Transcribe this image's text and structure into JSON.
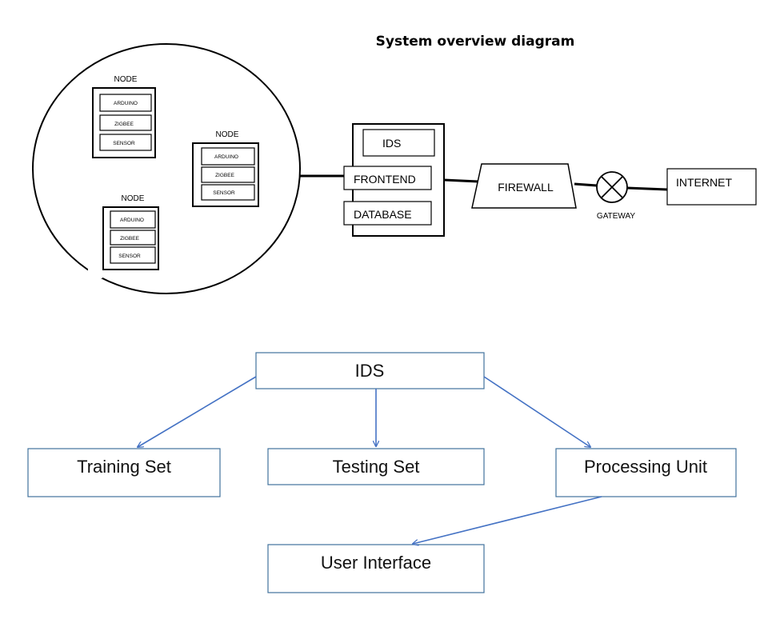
{
  "title": "System overview diagram",
  "network": {
    "nodes": [
      {
        "label": "NODE",
        "parts": [
          "ARDUINO",
          "ZIGBEE",
          "SENSOR"
        ]
      },
      {
        "label": "NODE",
        "parts": [
          "ARDUINO",
          "ZIGBEE",
          "SENSOR"
        ]
      },
      {
        "label": "NODE",
        "parts": [
          "ARDUINO",
          "ZIGBEE",
          "SENSOR"
        ]
      }
    ],
    "server": {
      "ids": "IDS",
      "frontend": "FRONTEND",
      "database": "DATABASE"
    },
    "firewall": "FIREWALL",
    "gateway": "GATEWAY",
    "internet": "INTERNET"
  },
  "ids_tree": {
    "root": "IDS",
    "training_set": "Training Set",
    "testing_set": "Testing Set",
    "processing_unit": "Processing Unit",
    "user_interface": "User Interface"
  },
  "colors": {
    "flow_line": "#4472c4",
    "flow_box_border": "#41719c",
    "line": "#000000"
  }
}
